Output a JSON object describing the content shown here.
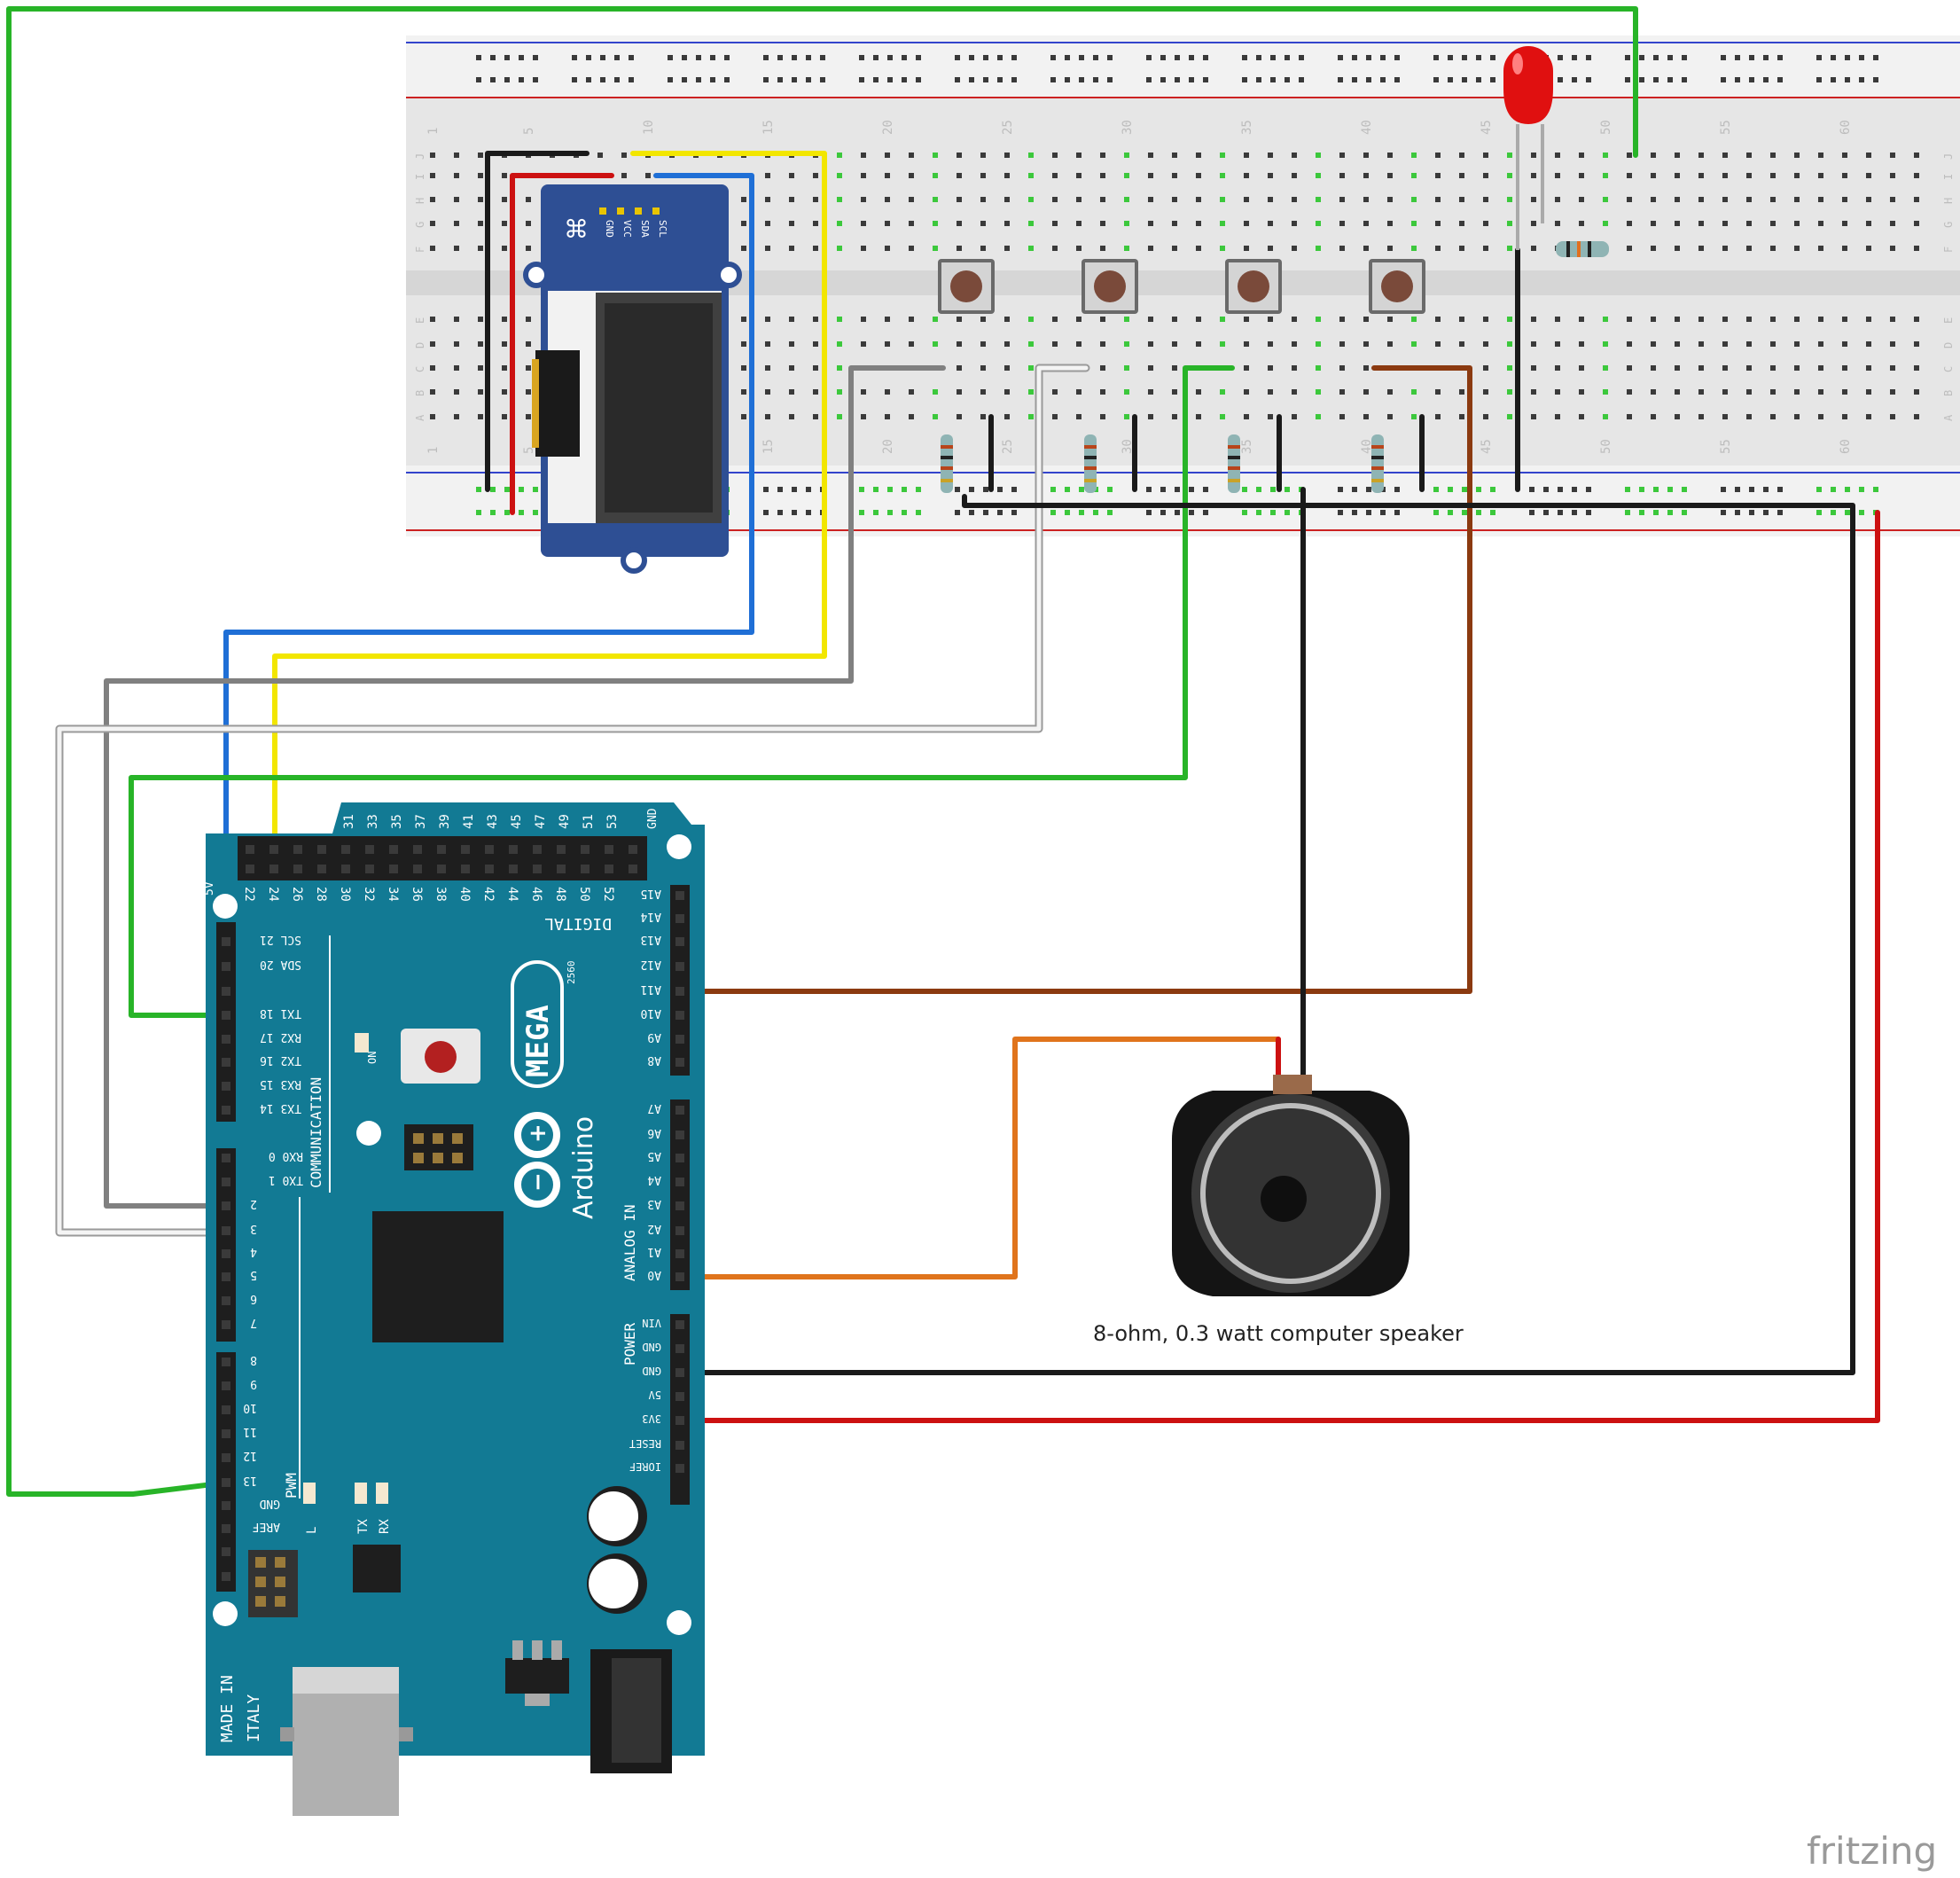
{
  "breadboard": {
    "row_letters": [
      "J",
      "I",
      "H",
      "G",
      "F",
      "E",
      "D",
      "C",
      "B",
      "A"
    ],
    "column_numbers": [
      "1",
      "5",
      "10",
      "15",
      "20",
      "25",
      "30",
      "35",
      "40",
      "45",
      "50",
      "55",
      "60"
    ]
  },
  "oled": {
    "pin_labels": [
      "SCL",
      "SDA",
      "VCC",
      "GND"
    ]
  },
  "arduino": {
    "model": "MEGA",
    "model_suffix": "2560",
    "brand": "Arduino",
    "on_label": "ON",
    "top_header_numbers": [
      "31",
      "33",
      "35",
      "37",
      "39",
      "41",
      "43",
      "45",
      "47",
      "49",
      "51",
      "53"
    ],
    "top_header_gnd": "GND",
    "top_header_5v": "5V",
    "bottom_header_numbers": [
      "22",
      "24",
      "26",
      "28",
      "30",
      "32",
      "34",
      "36",
      "38",
      "40",
      "42",
      "44",
      "46",
      "48",
      "50",
      "52"
    ],
    "digital_label": "DIGITAL",
    "communication_label": "COMMUNICATION",
    "comm_pins": [
      "SCL 21",
      "SDA 20",
      "TX1 18",
      "RX2 17",
      "TX2 16",
      "RX3 15",
      "TX3 14"
    ],
    "pwm_pins": [
      "RX0 0",
      "TX0 1",
      "2",
      "3",
      "4",
      "5",
      "6",
      "7"
    ],
    "pwm_pins_2": [
      "8",
      "9",
      "10",
      "11",
      "12",
      "13",
      "GND",
      "AREF"
    ],
    "pwm_label": "PWM",
    "led_labels": [
      "L",
      "TX",
      "RX"
    ],
    "analog_label": "ANALOG IN",
    "analog_pins": [
      "A7",
      "A6",
      "A5",
      "A4",
      "A3",
      "A2",
      "A1",
      "A0"
    ],
    "analog_high_pins": [
      "A15",
      "A14",
      "A13",
      "A12",
      "A11",
      "A10",
      "A9",
      "A8"
    ],
    "power_label": "POWER",
    "power_pins": [
      "VIN",
      "GND",
      "GND",
      "5V",
      "3V3",
      "RESET",
      "IOREF"
    ],
    "made_in": [
      "MADE IN",
      "ITALY"
    ]
  },
  "speaker_caption": "8-ohm, 0.3 watt computer speaker",
  "watermark": "fritzing",
  "colors": {
    "board_blue": "#127a94",
    "breadboard": "#e9e9e9",
    "wire_green": "#28b428",
    "wire_blue": "#1f6fd6",
    "wire_yellow": "#f2e600",
    "wire_gray": "#808080",
    "wire_white": "#f4f4f4",
    "wire_brown": "#8b3a10",
    "wire_orange": "#e0741c",
    "wire_black": "#1a1a1a",
    "wire_red": "#cc1111",
    "led_red": "#e01010"
  }
}
